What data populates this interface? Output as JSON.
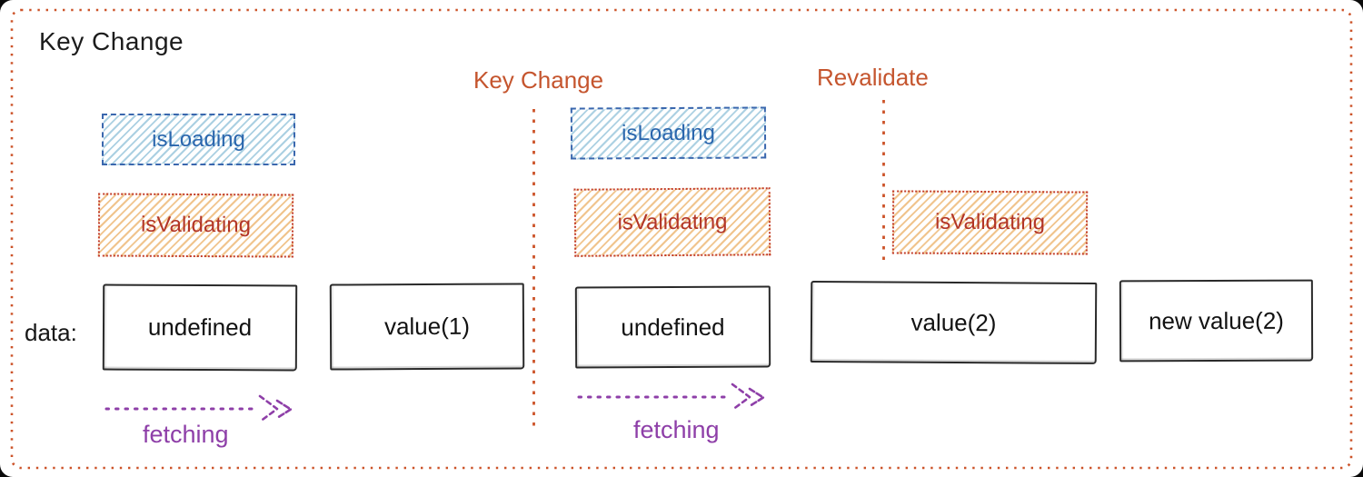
{
  "frame": {
    "title": "Key Change",
    "border_color": "#cc5329",
    "card_bg": "#ffffff",
    "page_bg": "#0b0b0b",
    "text_color": "#1c1c1c"
  },
  "markers": [
    {
      "label": "Key Change",
      "color": "#c5552e"
    },
    {
      "label": "Revalidate",
      "color": "#c5552e"
    }
  ],
  "state_boxes": {
    "loading": {
      "labels": [
        "isLoading",
        "isLoading"
      ],
      "text_color": "#2a66ad",
      "border_color": "#3a67ae",
      "hatch_color": "#abd0e2"
    },
    "validating": {
      "labels": [
        "isValidating",
        "isValidating",
        "isValidating"
      ],
      "text_color": "#b23527",
      "border_color": "#c23b28",
      "hatch_color": "#f0c38b"
    }
  },
  "data_row": {
    "label": "data:",
    "boxes": [
      "undefined",
      "value(1)",
      "undefined",
      "value(2)",
      "new value(2)"
    ]
  },
  "fetching": {
    "labels": [
      "fetching",
      "fetching"
    ],
    "color": "#8e3fa8"
  }
}
